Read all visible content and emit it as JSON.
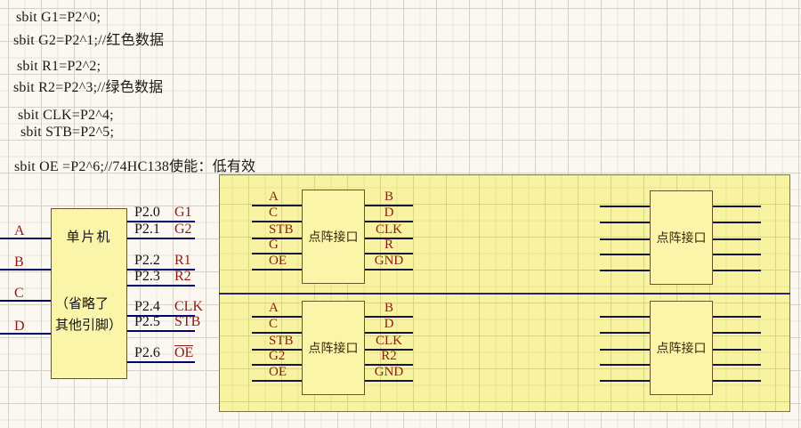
{
  "code_lines": [
    "sbit G1=P2^0;",
    "sbit G2=P2^1;//红色数据",
    "sbit R1=P2^2;",
    "sbit R2=P2^3;//绿色数据",
    "sbit CLK=P2^4;",
    "sbit STB=P2^5;",
    "sbit OE =P2^6;//74HC138使能：低有效"
  ],
  "mcu": {
    "title": "单片机",
    "note1": "（省略了",
    "note2": "其他引脚）",
    "left_pins": [
      "A",
      "B",
      "C",
      "D"
    ],
    "right_pins": [
      {
        "port": "P2.0",
        "signal": "G1",
        "active_low": false
      },
      {
        "port": "P2.1",
        "signal": "G2",
        "active_low": false
      },
      {
        "port": "P2.2",
        "signal": "R1",
        "active_low": false
      },
      {
        "port": "P2.3",
        "signal": "R2",
        "active_low": false
      },
      {
        "port": "P2.4",
        "signal": "CLK",
        "active_low": false
      },
      {
        "port": "P2.5",
        "signal": "STB",
        "active_low": false
      },
      {
        "port": "P2.6",
        "signal": "OE",
        "active_low": true
      }
    ]
  },
  "interfaces": [
    {
      "title": "点阵接口",
      "left_pins": [
        "A",
        "C",
        "STB",
        "G",
        "OE"
      ],
      "right_pins": [
        "B",
        "D",
        "CLK",
        "R",
        "GND"
      ]
    },
    {
      "title": "点阵接口",
      "left_pins": [
        "A",
        "C",
        "STB",
        "G2",
        "OE"
      ],
      "right_pins": [
        "B",
        "D",
        "CLK",
        "R2",
        "GND"
      ]
    },
    {
      "title": "点阵接口",
      "left_pins": [],
      "right_pins": []
    },
    {
      "title": "点阵接口",
      "left_pins": [],
      "right_pins": []
    }
  ],
  "colors": {
    "background": "#fbf8f2",
    "region_fill": "#f8f3a1",
    "box_fill": "#faf5a9",
    "box_border": "#6b5526",
    "wire_blue": "#00006a",
    "pin_line": "#14143c",
    "separator_blue": "#26266e",
    "signal_red": "#8b1a12",
    "text_black": "#141414"
  }
}
